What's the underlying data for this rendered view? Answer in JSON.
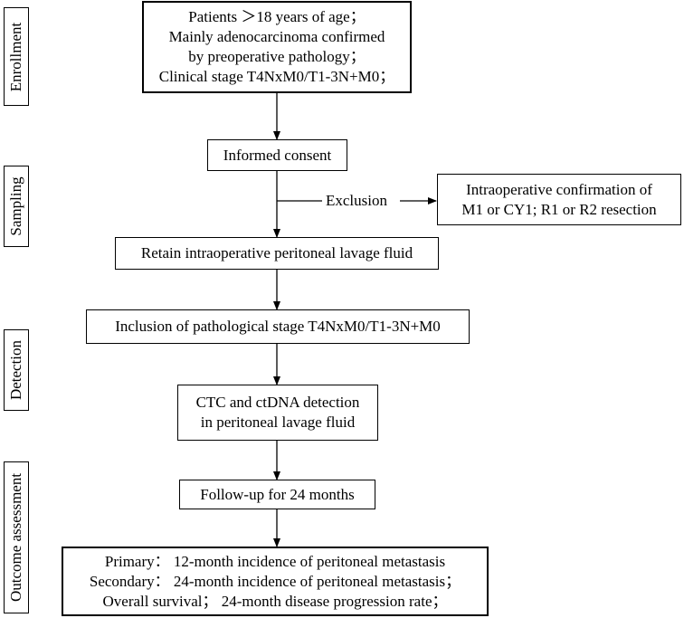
{
  "stages": {
    "enrollment": "Enrollment",
    "sampling": "Sampling",
    "detection": "Detection",
    "outcome": "Outcome assessment"
  },
  "boxes": {
    "criteria": [
      "Patients ＞18 years of age；",
      "Mainly adenocarcinoma confirmed",
      "by preoperative pathology；",
      "Clinical stage T4NxM0/T1-3N+M0；"
    ],
    "consent": "Informed consent",
    "exclusion_label": "Exclusion",
    "exclusion": [
      "Intraoperative confirmation of",
      "M1 or CY1; R1 or R2 resection"
    ],
    "retain": "Retain intraoperative peritoneal lavage fluid",
    "inclusion": "Inclusion of pathological stage T4NxM0/T1-3N+M0",
    "detection": [
      "CTC and ctDNA detection",
      "in peritoneal lavage fluid"
    ],
    "followup": "Follow-up for 24 months",
    "outcomes": [
      "Primary：  12-month incidence of peritoneal metastasis",
      "Secondary：  24-month incidence of peritoneal metastasis；",
      "Overall survival；  24-month disease progression rate；"
    ]
  }
}
